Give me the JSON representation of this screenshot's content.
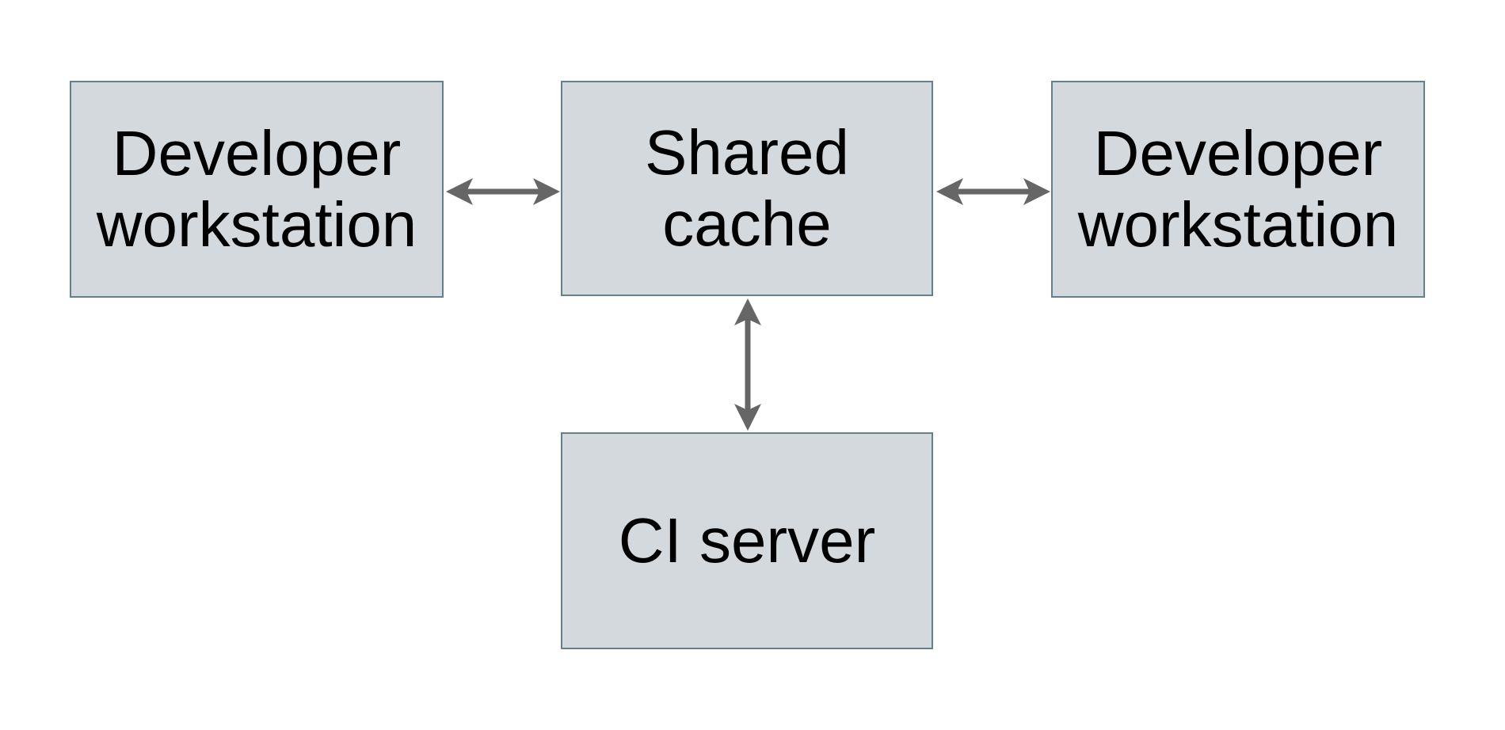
{
  "diagram": {
    "nodes": [
      {
        "id": "developer-workstation-left",
        "label": "Developer workstation"
      },
      {
        "id": "shared-cache",
        "label": "Shared cache"
      },
      {
        "id": "developer-workstation-right",
        "label": "Developer workstation"
      },
      {
        "id": "ci-server",
        "label": "CI server"
      }
    ],
    "edges": [
      {
        "from": "developer-workstation-left",
        "to": "shared-cache",
        "direction": "bidirectional"
      },
      {
        "from": "shared-cache",
        "to": "developer-workstation-right",
        "direction": "bidirectional"
      },
      {
        "from": "shared-cache",
        "to": "ci-server",
        "direction": "bidirectional"
      }
    ],
    "colors": {
      "background": "#ffffff",
      "node_fill": "#d3d9dc",
      "node_border": "#64808d",
      "arrow": "#666666",
      "text": "#000000"
    }
  }
}
